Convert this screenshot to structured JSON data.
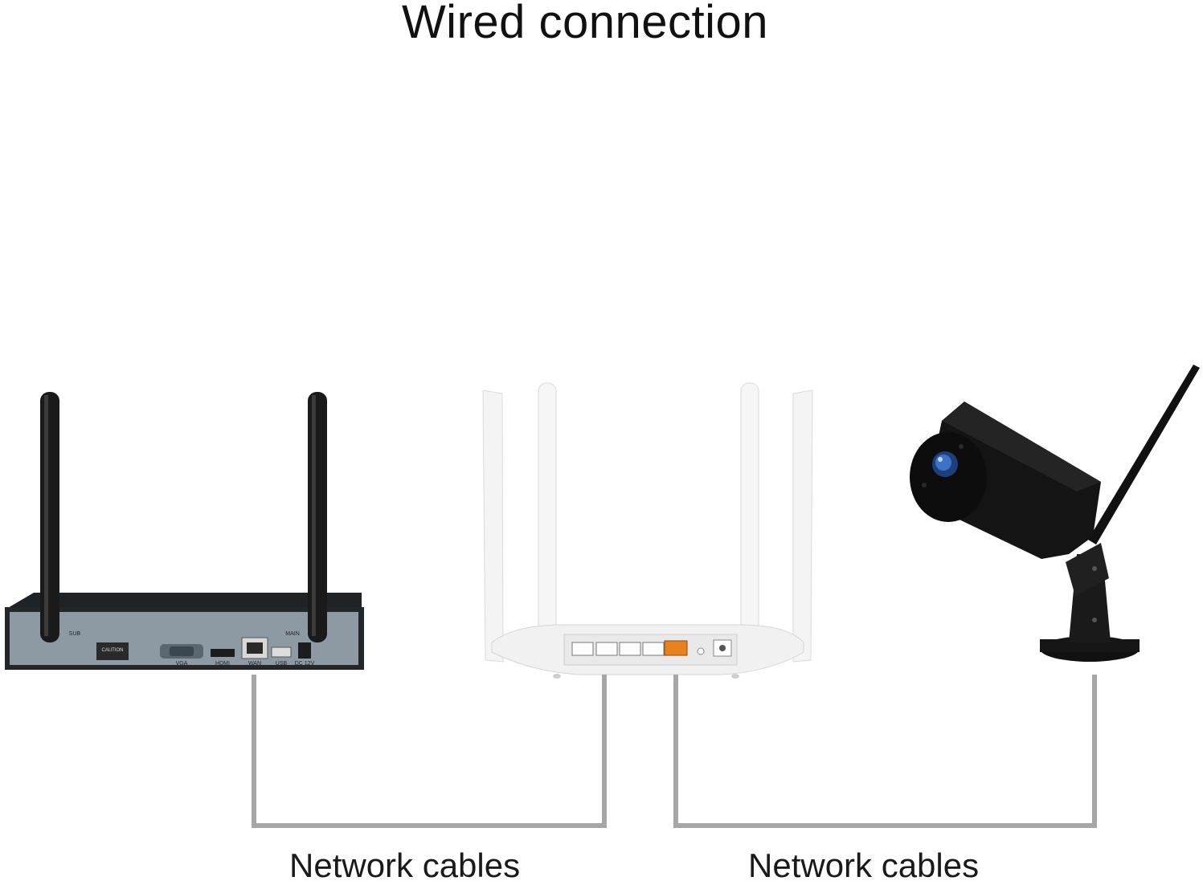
{
  "diagram": {
    "title": "Wired connection",
    "cable_labels": [
      "Network cables",
      "Network cables"
    ]
  },
  "nvr": {
    "port_labels": [
      "VGA",
      "HDMI",
      "WAN",
      "USB",
      "DC 12V"
    ],
    "antenna_labels": [
      "SUB",
      "MAIN"
    ],
    "caution_label": "CAUTION"
  },
  "colors": {
    "cable": "#a6a6a6",
    "nvr_face": "#8e9aa3",
    "router_body": "#f2f2f2",
    "wan_port": "#e8821e",
    "camera_body": "#141414",
    "lens": "#3d72c8"
  }
}
